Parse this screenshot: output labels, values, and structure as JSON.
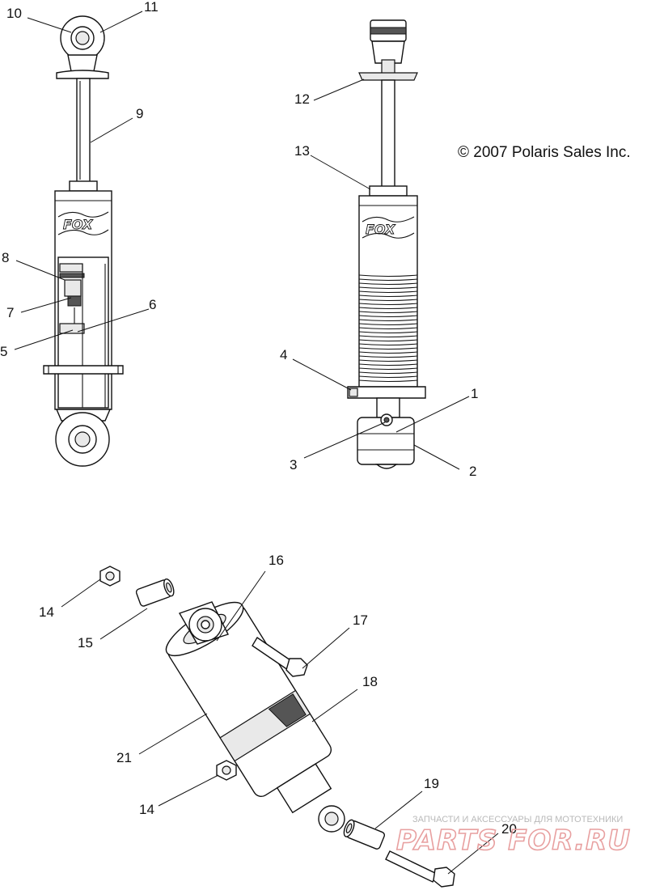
{
  "copyright": "© 2007 Polaris Sales Inc.",
  "brand_mark": "FOX",
  "callouts": [
    {
      "id": "c1",
      "text": "1"
    },
    {
      "id": "c2",
      "text": "2"
    },
    {
      "id": "c3",
      "text": "3"
    },
    {
      "id": "c4",
      "text": "4"
    },
    {
      "id": "c5",
      "text": "5"
    },
    {
      "id": "c6",
      "text": "6"
    },
    {
      "id": "c7",
      "text": "7"
    },
    {
      "id": "c8",
      "text": "8"
    },
    {
      "id": "c9",
      "text": "9"
    },
    {
      "id": "c10",
      "text": "10"
    },
    {
      "id": "c11",
      "text": "11"
    },
    {
      "id": "c12",
      "text": "12"
    },
    {
      "id": "c13",
      "text": "13"
    },
    {
      "id": "c14a",
      "text": "14"
    },
    {
      "id": "c14b",
      "text": "14"
    },
    {
      "id": "c15",
      "text": "15"
    },
    {
      "id": "c16",
      "text": "16"
    },
    {
      "id": "c17",
      "text": "17"
    },
    {
      "id": "c18",
      "text": "18"
    },
    {
      "id": "c19",
      "text": "19"
    },
    {
      "id": "c20",
      "text": "20"
    },
    {
      "id": "c21",
      "text": "21"
    }
  ],
  "watermark": {
    "subtitle": "ЗАПЧАСТИ И АКСЕССУАРЫ ДЛЯ МОТОТЕХНИКИ",
    "logo_text": "PARTS FOR.RU"
  }
}
